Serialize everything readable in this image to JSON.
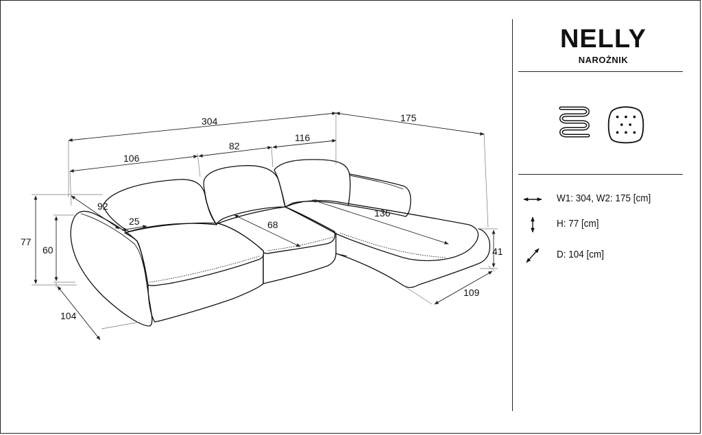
{
  "product": {
    "name": "NELLY",
    "type": "NAROŻNIK"
  },
  "features": [
    {
      "icon": "spring-icon"
    },
    {
      "icon": "quilted-cushion-icon"
    }
  ],
  "specs": [
    {
      "icon": "width-arrow-icon",
      "text": "W1: 304, W2: 175 [cm]"
    },
    {
      "icon": "height-arrow-icon",
      "text": "H: 77 [cm]"
    },
    {
      "icon": "depth-arrow-icon",
      "text": "D: 104 [cm]"
    }
  ],
  "dimensions": {
    "total_width": "304",
    "chaise_width": "175",
    "left_section": "106",
    "middle_section": "82",
    "right_section": "116",
    "armrest_depth": "92",
    "armrest_width": "25",
    "seat_depth": "68",
    "chaise_length": "136",
    "total_height": "77",
    "armrest_height": "60",
    "chaise_height": "41",
    "depth": "104",
    "chaise_depth": "109"
  }
}
